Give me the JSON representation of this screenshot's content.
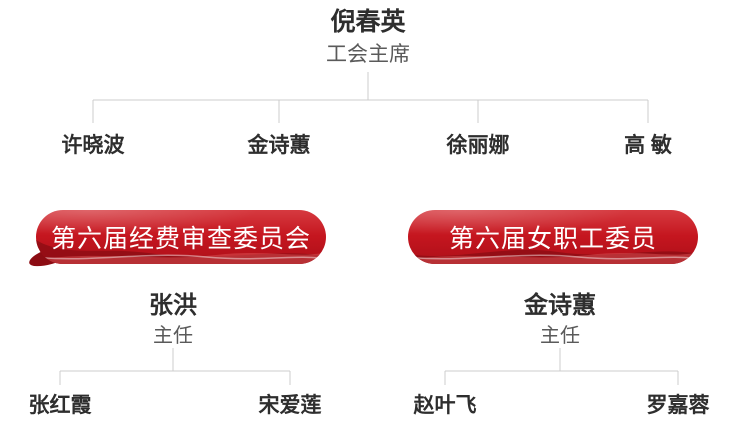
{
  "org": {
    "root": {
      "name": "倪春英",
      "title": "工会主席"
    },
    "level2": [
      {
        "name": "许晓波"
      },
      {
        "name": "金诗蕙"
      },
      {
        "name": "徐丽娜"
      },
      {
        "name": "高 敏"
      }
    ],
    "committees": [
      {
        "banner_label": "第六届经费审查委员会",
        "head": {
          "name": "张洪",
          "title": "主任"
        },
        "members": [
          {
            "name": "张红霞"
          },
          {
            "name": "宋爱莲"
          }
        ]
      },
      {
        "banner_label": "第六届女职工委员",
        "head": {
          "name": "金诗蕙",
          "title": "主任"
        },
        "members": [
          {
            "name": "赵叶飞"
          },
          {
            "name": "罗嘉蓉"
          }
        ]
      }
    ],
    "colors": {
      "banner_red": "#c5161f",
      "banner_red_dark": "#8c0c13",
      "banner_red_light": "#d63a40",
      "banner_text": "#ffffff",
      "connector_line": "#cccccc",
      "name_text": "#2e2e2e",
      "subtitle_text": "#5a5a5a"
    }
  }
}
